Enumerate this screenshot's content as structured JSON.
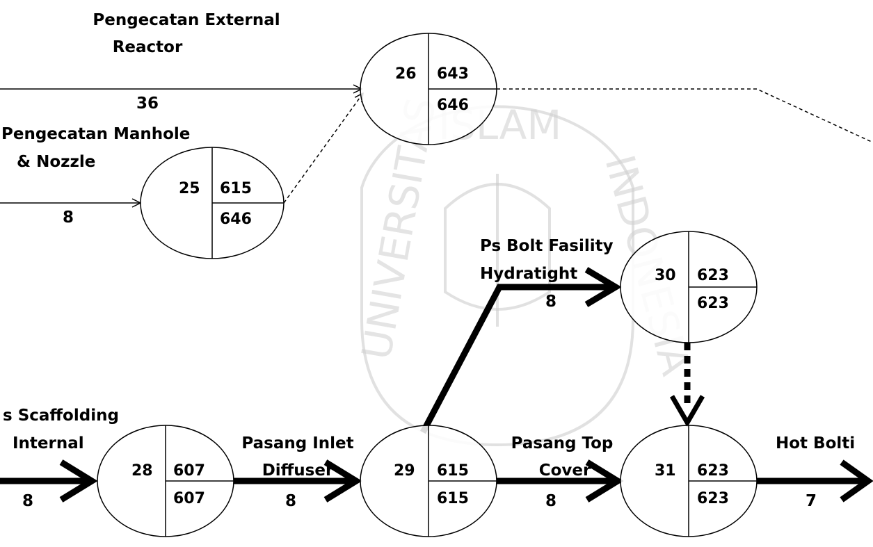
{
  "nodes": [
    {
      "id": "26",
      "es": "643",
      "lf": "646"
    },
    {
      "id": "25",
      "es": "615",
      "lf": "646"
    },
    {
      "id": "30",
      "es": "623",
      "lf": "623"
    },
    {
      "id": "28",
      "es": "607",
      "lf": "607"
    },
    {
      "id": "29",
      "es": "615",
      "lf": "615"
    },
    {
      "id": "31",
      "es": "623",
      "lf": "623"
    }
  ],
  "activities": [
    {
      "name_line1": "Pengecatan External",
      "name_line2": "Reactor",
      "duration": "36",
      "critical": false
    },
    {
      "name_line1": "Pengecatan Manhole",
      "name_line2": "& Nozzle",
      "duration": "8",
      "critical": false
    },
    {
      "name_line1": "Ps Bolt Fasility",
      "name_line2": "Hydratight",
      "duration": "8",
      "critical": true
    },
    {
      "name_line1": "s Scaffolding",
      "name_line2": "Internal",
      "duration": "8",
      "critical": true
    },
    {
      "name_line1": "Pasang Inlet",
      "name_line2": "Diffuser",
      "duration": "8",
      "critical": true
    },
    {
      "name_line1": "Pasang Top",
      "name_line2": "Cover",
      "duration": "8",
      "critical": true
    },
    {
      "name_line1": "Hot Bolti",
      "name_line2": "",
      "duration": "7",
      "critical": true
    }
  ],
  "watermark": {
    "text": "UNIVERSITAS ISLAM INDONESIA"
  }
}
